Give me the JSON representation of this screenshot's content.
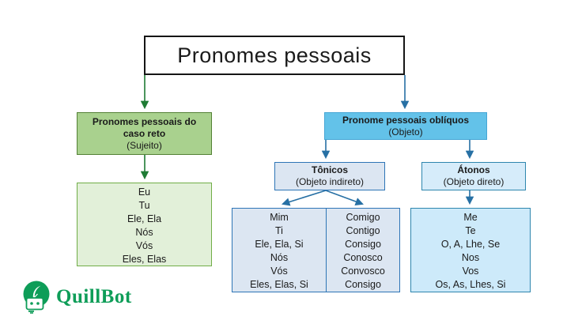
{
  "diagram": {
    "title": "Pronomes pessoais",
    "nodes": {
      "caso_reto": {
        "title": "Pronomes pessoais do caso reto",
        "subtitle": "(Sujeito)",
        "items": [
          "Eu",
          "Tu",
          "Ele, Ela",
          "Nós",
          "Vós",
          "Eles, Elas"
        ]
      },
      "obliquos": {
        "title": "Pronome pessoais oblíquos",
        "subtitle": "(Objeto)"
      },
      "tonicos": {
        "title": "Tônicos",
        "subtitle": "(Objeto indireto)",
        "col1": [
          "Mim",
          "Ti",
          "Ele, Ela, Si",
          "Nós",
          "Vós",
          "Eles, Elas, Si"
        ],
        "col2": [
          "Comigo",
          "Contigo",
          "Consigo",
          "Conosco",
          "Convosco",
          "Consigo"
        ]
      },
      "atonos": {
        "title": "Átonos",
        "subtitle": "(Objeto direto)",
        "items": [
          "Me",
          "Te",
          "O, A, Lhe, Se",
          "Nos",
          "Vos",
          "Os, As, Lhes, Si"
        ]
      }
    },
    "colors": {
      "green_fill": "#a9d18e",
      "green_border": "#538135",
      "green_light_fill": "#e2f0d9",
      "green_light_border": "#70ad47",
      "green_arrow": "#1e7b34",
      "blue_header_fill": "#63c2e9",
      "blue_light_fill": "#dce6f2",
      "blue_lighter_fill": "#cdeafa",
      "blue_border": "#2e75b6",
      "blue_arrow": "#2770a4",
      "brand_green": "#0e9d58"
    }
  },
  "logo": {
    "text": "QuillBot"
  }
}
